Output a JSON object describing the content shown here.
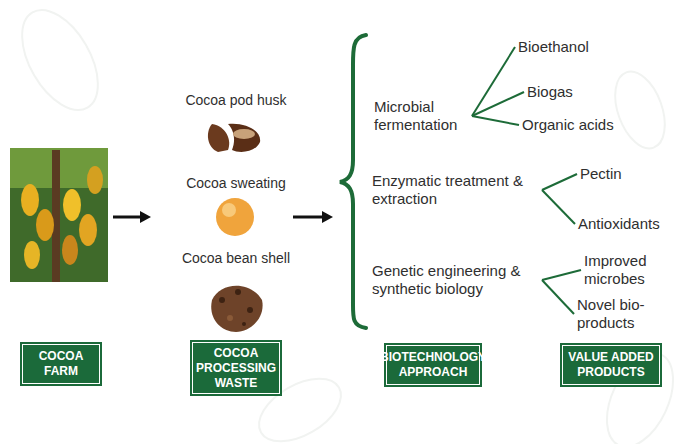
{
  "diagram": {
    "nodes": [
      {
        "text": [
          "Microbial fermentation"
        ]
      },
      {
        "text": [
          "Bioethanol"
        ]
      },
      {
        "text": [
          "Biogas"
        ]
      },
      {
        "text": [
          "Organic acids"
        ]
      },
      {
        "text": [
          "Enzymatic treatment & extraction"
        ]
      },
      {
        "text": [
          "Pectin"
        ]
      },
      {
        "text": [
          "Antioxidants"
        ]
      },
      {
        "text": [
          "Genetic engineering & synthetic biology"
        ]
      },
      {
        "text": [
          "Improved microbes"
        ]
      },
      {
        "text": [
          "Novel bio-products"
        ]
      },
      {
        "text": [
          "COCOA FARM"
        ]
      },
      {
        "text": [
          "COCOA PROCESSING WASTE"
        ]
      },
      {
        "text": [
          "BIOTECHNOLOGY APPROACH"
        ]
      },
      {
        "text": [
          "VALUE ADDED PRODUCTS"
        ]
      }
    ],
    "edges": [
      {
        "from": 0,
        "to": 1,
        "arrow": "none"
      },
      {
        "from": 0,
        "to": 2,
        "arrow": "none"
      },
      {
        "from": 0,
        "to": 3,
        "arrow": "none"
      },
      {
        "from": 4,
        "to": 5,
        "arrow": "none"
      },
      {
        "from": 4,
        "to": 6,
        "arrow": "none"
      },
      {
        "from": 7,
        "to": 8,
        "arrow": "none"
      },
      {
        "from": 7,
        "to": 9,
        "arrow": "none"
      }
    ],
    "labels": [
      "Cocoa pod husk",
      "Cocoa sweating",
      "Cocoa bean shell"
    ]
  }
}
